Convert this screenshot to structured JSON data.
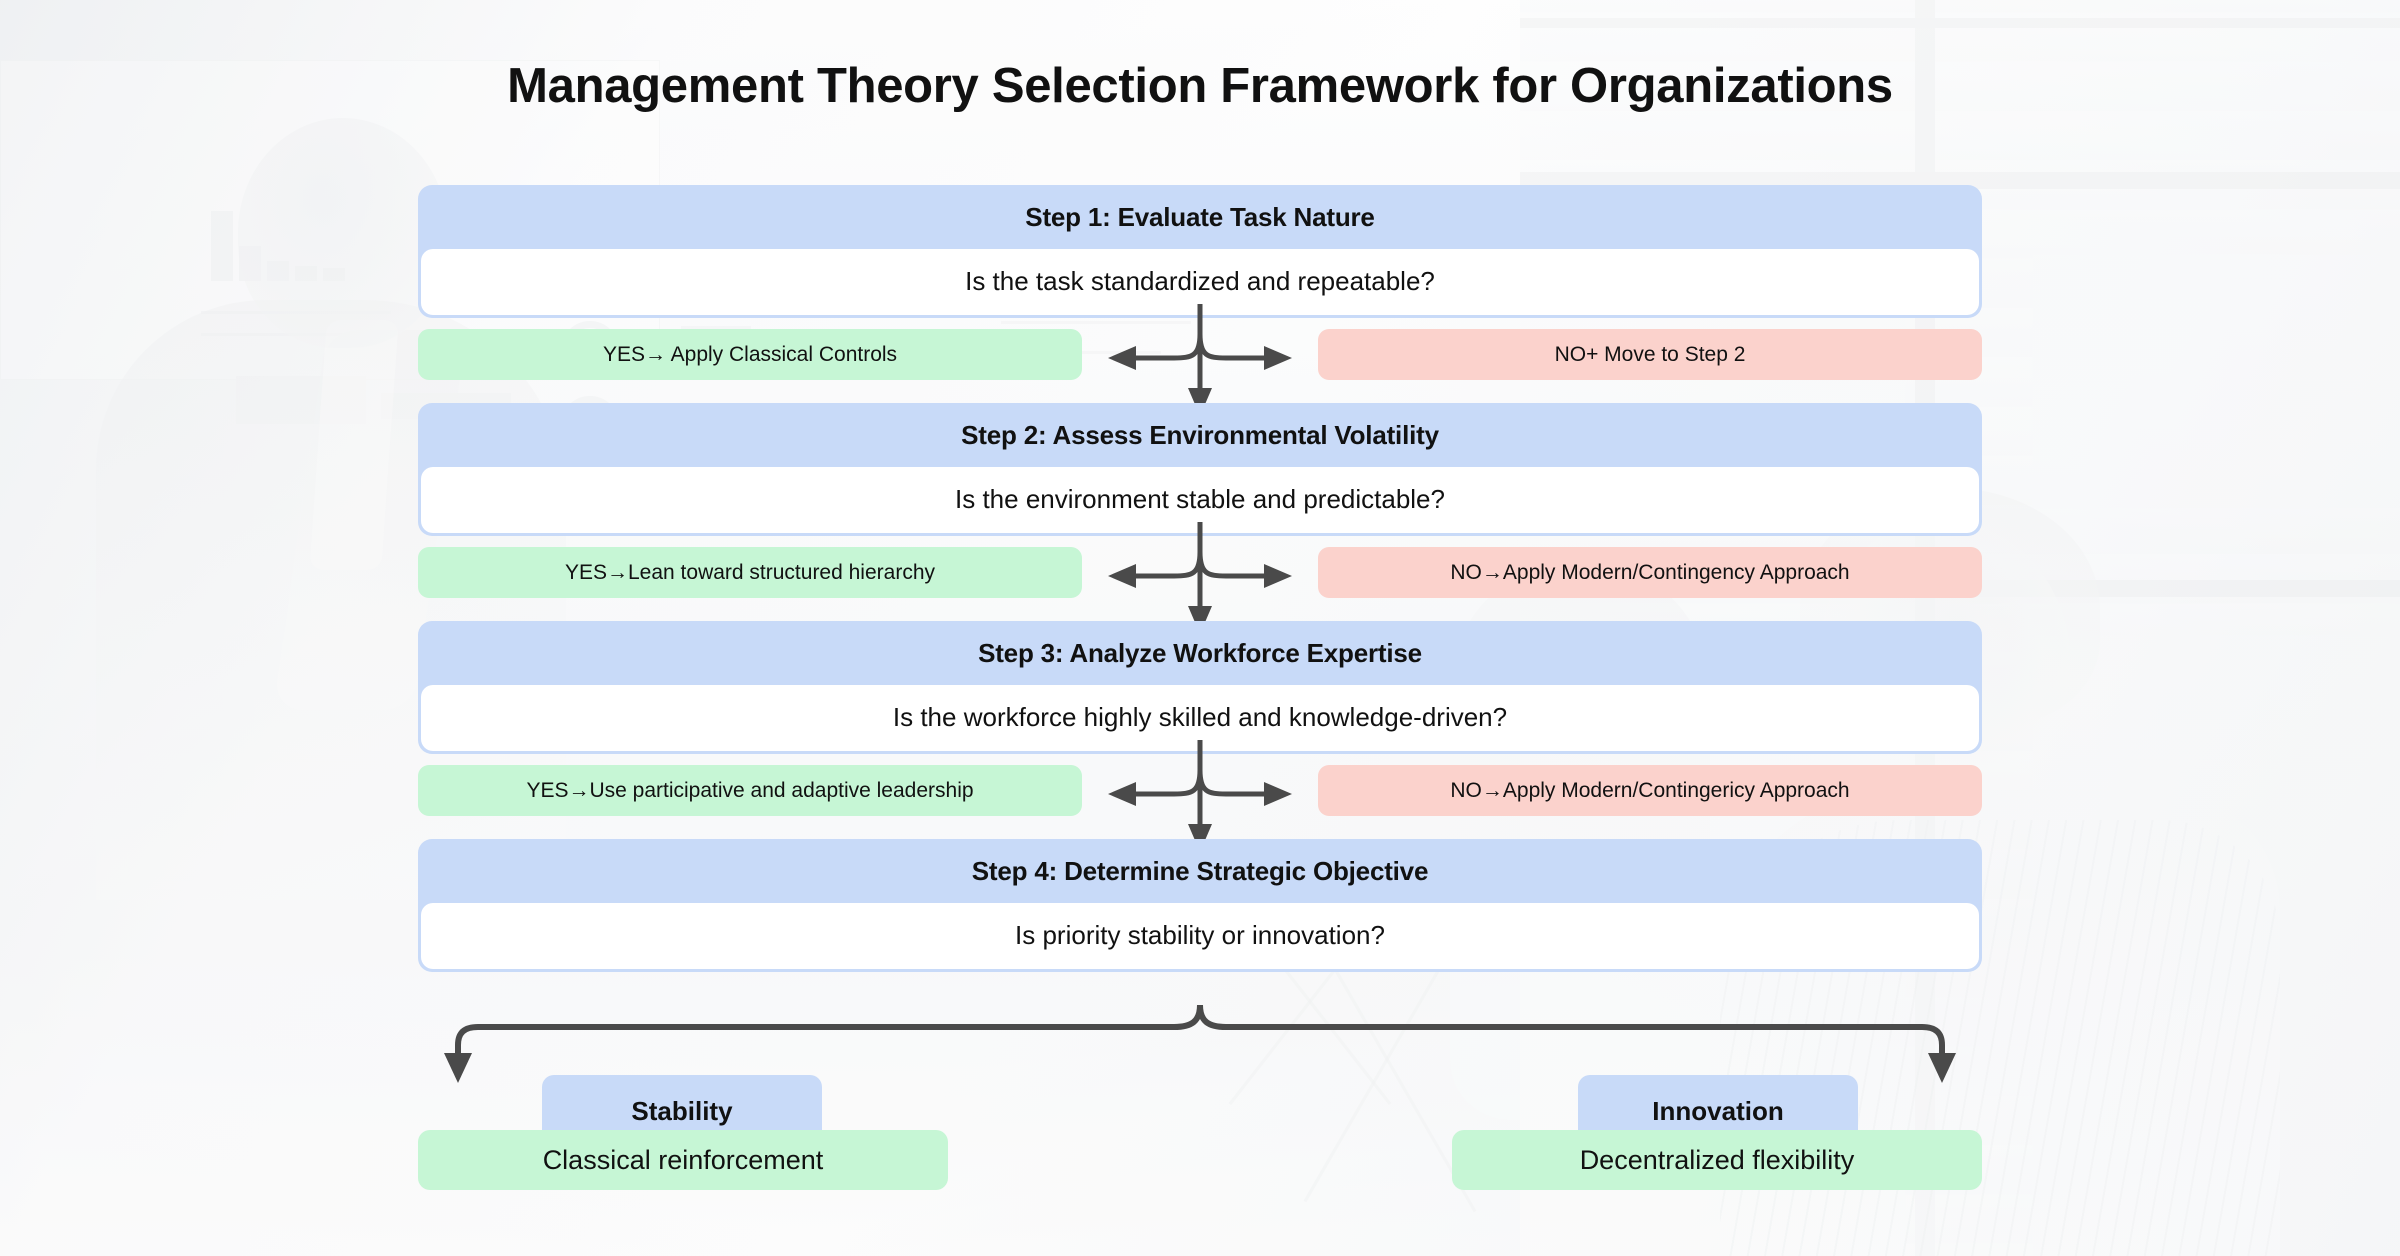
{
  "title": "Management Theory Selection Framework for Organizations",
  "colors": {
    "step_header": "#c8daf8",
    "question_bg": "#ffffff",
    "yes_pill": "#c6f6d5",
    "no_pill": "#fbd2cc",
    "arrow": "#4a4a4a",
    "text": "#111111",
    "page_bg": "#fbfbfb"
  },
  "steps": [
    {
      "title": "Step 1: Evaluate Task Nature",
      "question": "Is the task standardized and repeatable?",
      "yes": "YES→ Apply Classical Controls",
      "no": "NO+ Move to Step 2"
    },
    {
      "title": "Step 2: Assess Environmental Volatility",
      "question": "Is the environment stable and predictable?",
      "yes": "YES→Lean toward structured hierarchy",
      "no": "NO→Apply Modern/Contingency Approach"
    },
    {
      "title": "Step 3: Analyze Workforce Expertise",
      "question": "Is the workforce highly skilled and knowledge-driven?",
      "yes": "YES→Use participative and adaptive leadership",
      "no": "NO→Apply Modern/Contingericy Approach"
    },
    {
      "title": "Step 4: Determine Strategic Objective",
      "question": "Is priority stability or innovation?",
      "yes": null,
      "no": null
    }
  ],
  "outcomes": [
    {
      "head": "Stability",
      "body": "Classical reinforcement"
    },
    {
      "head": "Innovation",
      "body": "Decentralized flexibility"
    }
  ]
}
